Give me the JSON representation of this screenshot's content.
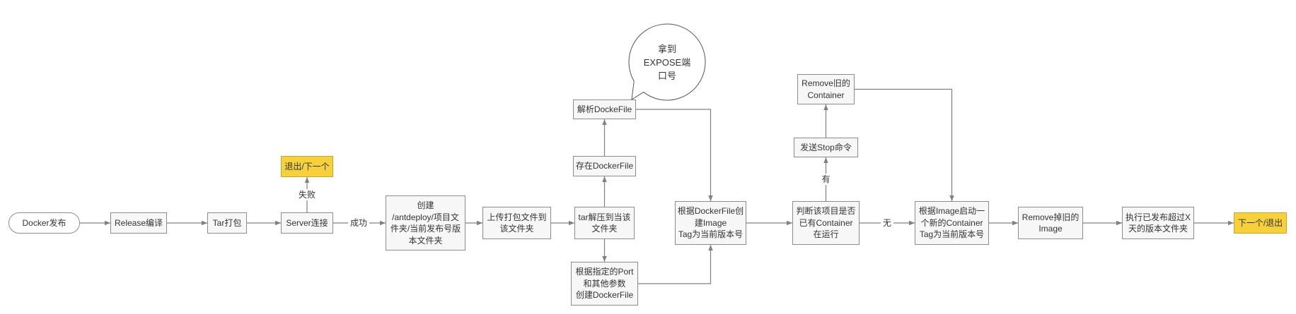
{
  "diagram": {
    "nodes": {
      "docker_publish": "Docker发布",
      "release_build": "Release编译",
      "tar_pack": "Tar打包",
      "server_connect": "Server连接",
      "exit_next": "退出/下一个",
      "create_folder": "创建\n/antdeploy/项目文\n件夹/当前发布号版\n本文件夹",
      "upload_package": "上传打包文件到\n该文件夹",
      "untar": "tar解压到当该\n文件夹",
      "dockerfile_exists": "存在DockerFile",
      "parse_dockerfile": "解析DockeFile",
      "create_dockerfile": "根据指定的Port\n和其他参数\n创建DockerFile",
      "build_image": "根据DockerFile创\n建Image\nTag为当前版本号",
      "check_container": "判断该项目是否\n已有Container\n在运行",
      "send_stop": "发送Stop命令",
      "remove_old_container": "Remove旧的\nContainer",
      "start_container": "根据Image启动一\n个新的Container\nTag为当前版本号",
      "remove_old_image": "Remove掉旧的\nImage",
      "cleanup_versions": "执行已发布超过X\n天的版本文件夹",
      "next_exit": "下一个/退出"
    },
    "edge_labels": {
      "fail": "失败",
      "success": "成功",
      "yes": "有",
      "no": "无"
    },
    "callout": "拿到\nEXPOSE端\n口号"
  },
  "colors": {
    "terminal_fill": "#f6d13b",
    "terminal_border": "#c8a62b",
    "node_fill": "#f7f7f7",
    "node_border": "#8c8c8c",
    "connector": "#808080",
    "text": "#333333",
    "callout_stroke": "#555555"
  }
}
